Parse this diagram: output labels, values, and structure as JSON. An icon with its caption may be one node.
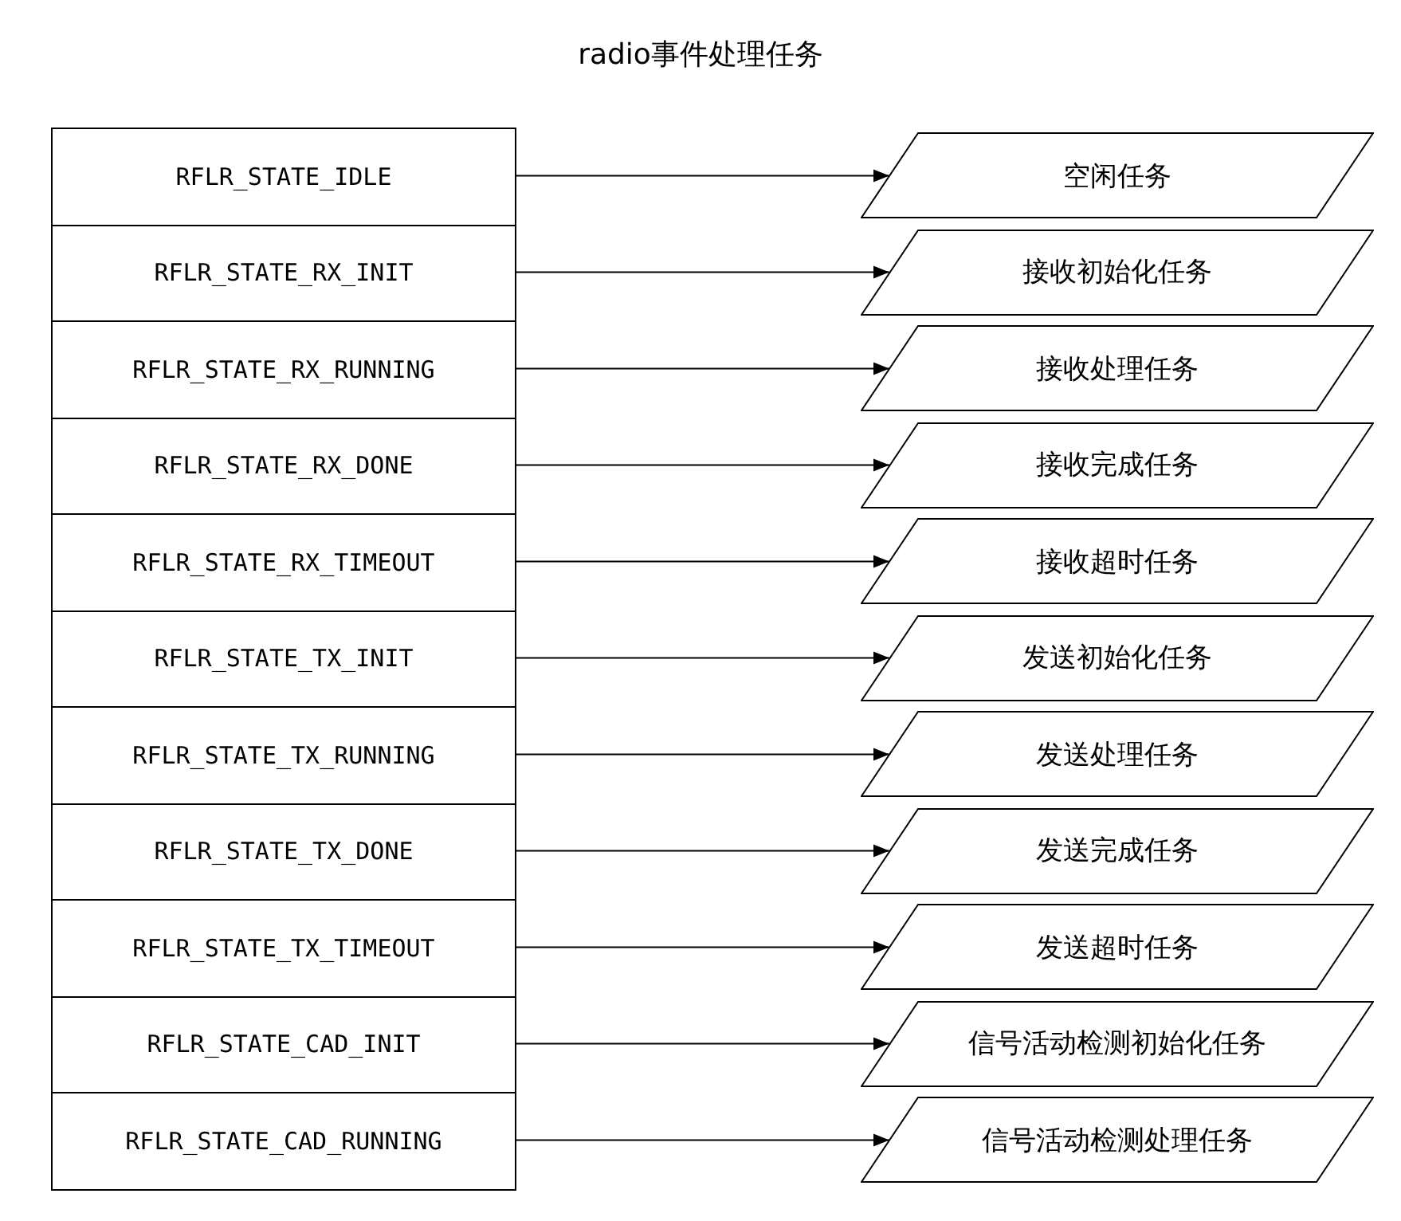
{
  "diagram": {
    "title": "radio事件处理任务",
    "nodes": [
      {
        "text": [
          "RFLR_STATE_IDLE"
        ]
      },
      {
        "text": [
          "空闲任务"
        ]
      },
      {
        "text": [
          "RFLR_STATE_RX_INIT"
        ]
      },
      {
        "text": [
          "接收初始化任务"
        ]
      },
      {
        "text": [
          "RFLR_STATE_RX_RUNNING"
        ]
      },
      {
        "text": [
          "接收处理任务"
        ]
      },
      {
        "text": [
          "RFLR_STATE_RX_DONE"
        ]
      },
      {
        "text": [
          "接收完成任务"
        ]
      },
      {
        "text": [
          "RFLR_STATE_RX_TIMEOUT"
        ]
      },
      {
        "text": [
          "接收超时任务"
        ]
      },
      {
        "text": [
          "RFLR_STATE_TX_INIT"
        ]
      },
      {
        "text": [
          "发送初始化任务"
        ]
      },
      {
        "text": [
          "RFLR_STATE_TX_RUNNING"
        ]
      },
      {
        "text": [
          "发送处理任务"
        ]
      },
      {
        "text": [
          "RFLR_STATE_TX_DONE"
        ]
      },
      {
        "text": [
          "发送完成任务"
        ]
      },
      {
        "text": [
          "RFLR_STATE_TX_TIMEOUT"
        ]
      },
      {
        "text": [
          "发送超时任务"
        ]
      },
      {
        "text": [
          "RFLR_STATE_CAD_INIT"
        ]
      },
      {
        "text": [
          "信号活动检测初始化任务"
        ]
      },
      {
        "text": [
          "RFLR_STATE_CAD_RUNNING"
        ]
      },
      {
        "text": [
          "信号活动检测处理任务"
        ]
      }
    ],
    "edges": [
      {
        "from": 0,
        "to": 1,
        "arrow": "to"
      },
      {
        "from": 2,
        "to": 3,
        "arrow": "to"
      },
      {
        "from": 4,
        "to": 5,
        "arrow": "to"
      },
      {
        "from": 6,
        "to": 7,
        "arrow": "to"
      },
      {
        "from": 8,
        "to": 9,
        "arrow": "to"
      },
      {
        "from": 10,
        "to": 11,
        "arrow": "to"
      },
      {
        "from": 12,
        "to": 13,
        "arrow": "to"
      },
      {
        "from": 14,
        "to": 15,
        "arrow": "to"
      },
      {
        "from": 16,
        "to": 17,
        "arrow": "to"
      },
      {
        "from": 18,
        "to": 19,
        "arrow": "to"
      },
      {
        "from": 20,
        "to": 21,
        "arrow": "to"
      }
    ]
  }
}
